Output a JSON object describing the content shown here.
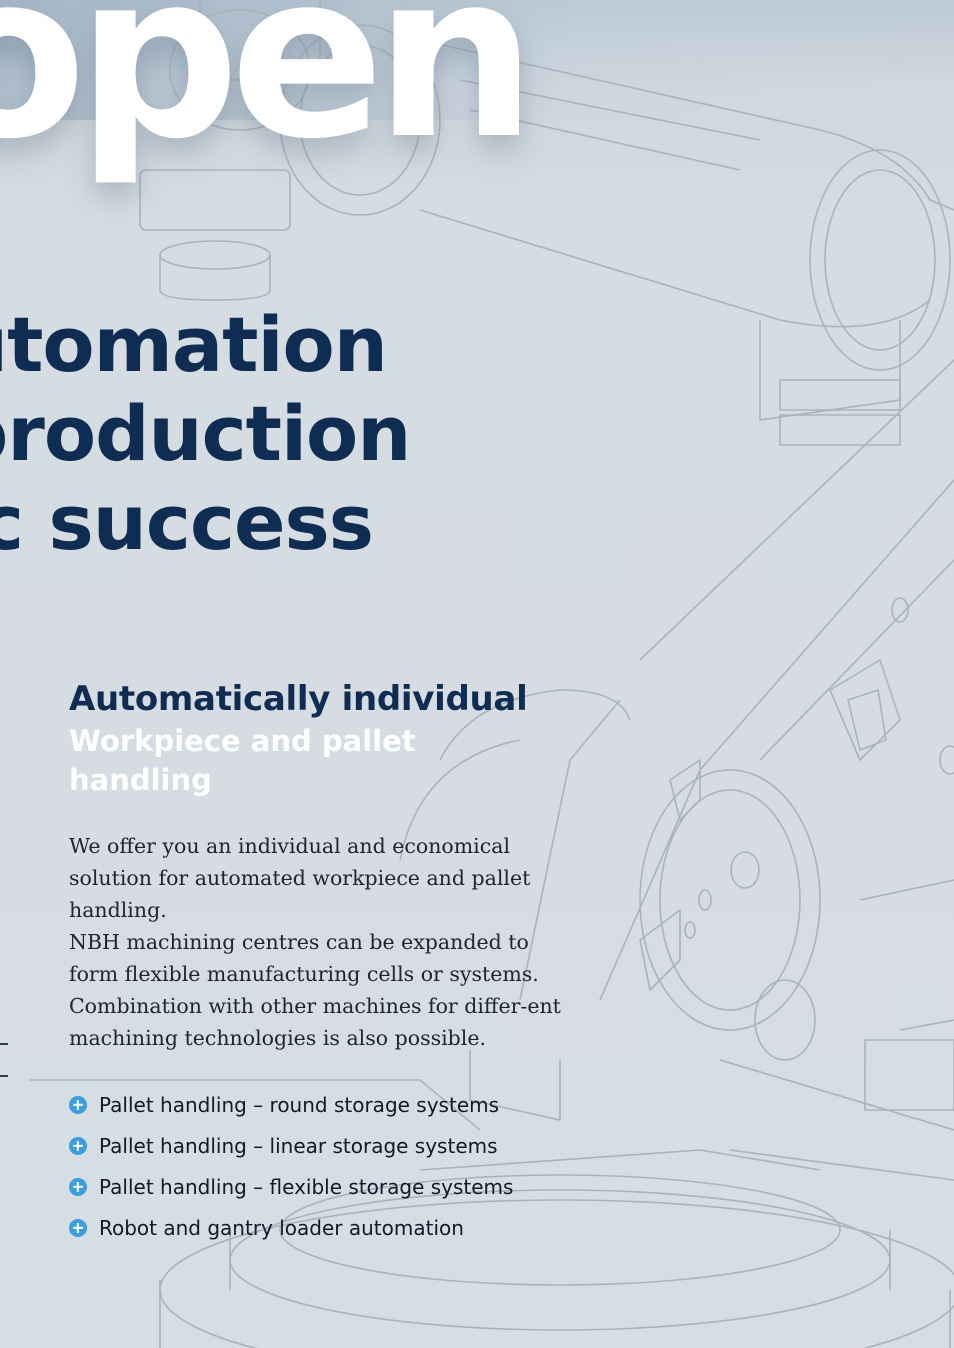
{
  "hero": {
    "word": "open"
  },
  "headline": {
    "lines": [
      "utomation",
      "production",
      "ic success"
    ]
  },
  "section": {
    "title": "Automatically individual",
    "subtitle": "Workpiece and pallet handling",
    "body": [
      "We offer you an individual and economical solution for automated workpiece and pallet handling.",
      "NBH machining centres can be expanded to form flexible manufacturing cells or systems. Combination with other machines for differ-ent machining technologies is also possible."
    ],
    "features": [
      "Pallet handling – round storage systems",
      "Pallet handling – linear storage systems",
      "Pallet handling – flexible storage systems",
      "Robot and gantry loader automation"
    ]
  },
  "colors": {
    "background": "#d5dce2",
    "navy": "#0f2d52",
    "bullet": "#3a9ee0",
    "white": "#ffffff"
  },
  "icons": {
    "bullet": "plus-circle-icon"
  }
}
